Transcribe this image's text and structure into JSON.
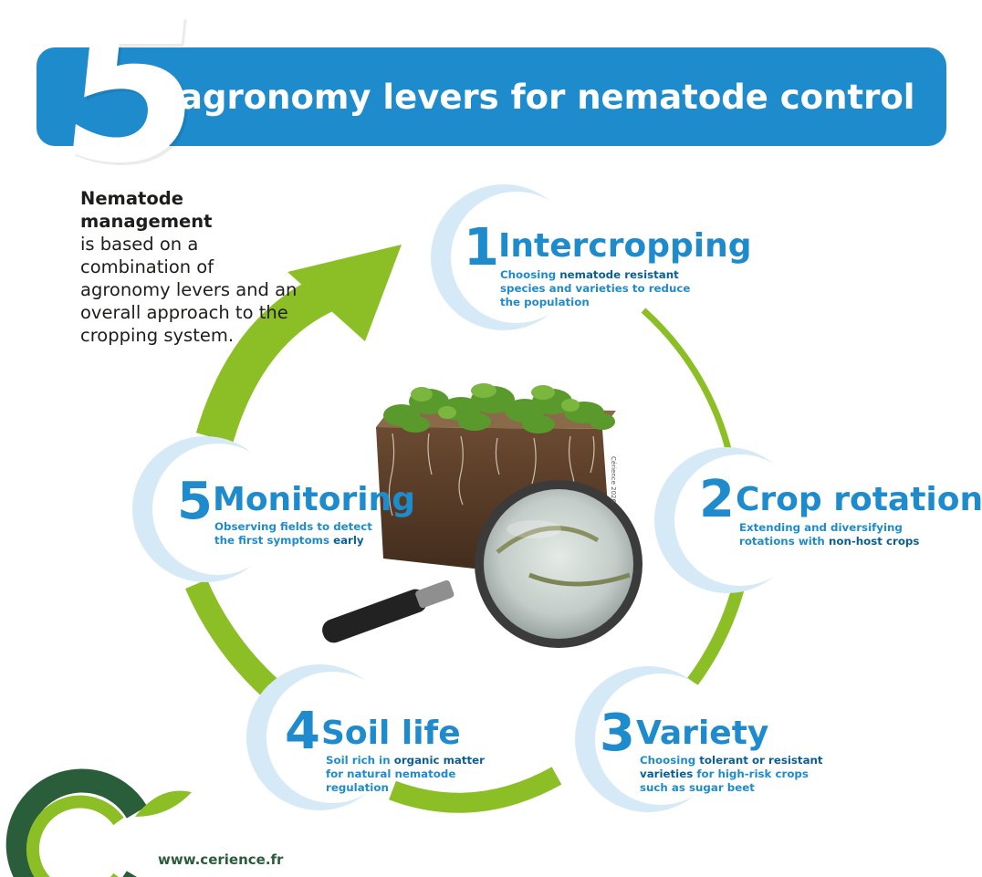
{
  "header": {
    "number": "5",
    "title": "agronomy levers for nematode control"
  },
  "intro": {
    "strong": "Nematode management",
    "text": "is based on a combination of agronomy levers and an overall approach to the cropping system."
  },
  "levers": [
    {
      "number": "1",
      "title": "Intercropping",
      "desc": [
        {
          "t": "Choosing "
        },
        {
          "t": "nematode resistant",
          "b": true
        },
        {
          "t": " species and varieties to reduce the population"
        }
      ]
    },
    {
      "number": "2",
      "title": "Crop rotation",
      "desc": [
        {
          "t": "Extending and diversifying rotations with "
        },
        {
          "t": "non-host crops",
          "b": true
        }
      ]
    },
    {
      "number": "3",
      "title": "Variety",
      "desc": [
        {
          "t": "Choosing "
        },
        {
          "t": "tolerant or resistant varieties",
          "b": true
        },
        {
          "t": " for high-risk crops such as sugar beet"
        }
      ]
    },
    {
      "number": "4",
      "title": "Soil life",
      "desc": [
        {
          "t": "Soil rich in "
        },
        {
          "t": "organic matter",
          "b": true
        },
        {
          "t": " for natural nematode regulation"
        }
      ]
    },
    {
      "number": "5",
      "title": "Monitoring",
      "desc": [
        {
          "t": "Observing fields to detect the first symptoms "
        },
        {
          "t": "early",
          "b": true
        }
      ]
    }
  ],
  "image_credit": "Cérience 2026",
  "footer": {
    "website": "www.cerience.fr"
  },
  "colors": {
    "brand_blue": "#1e8bcd",
    "dark_blue": "#0a5f97",
    "arrow_green": "#8cbf26",
    "logo_dark_green": "#2a5e3b",
    "circle_light_blue": "#d5eaf6"
  }
}
